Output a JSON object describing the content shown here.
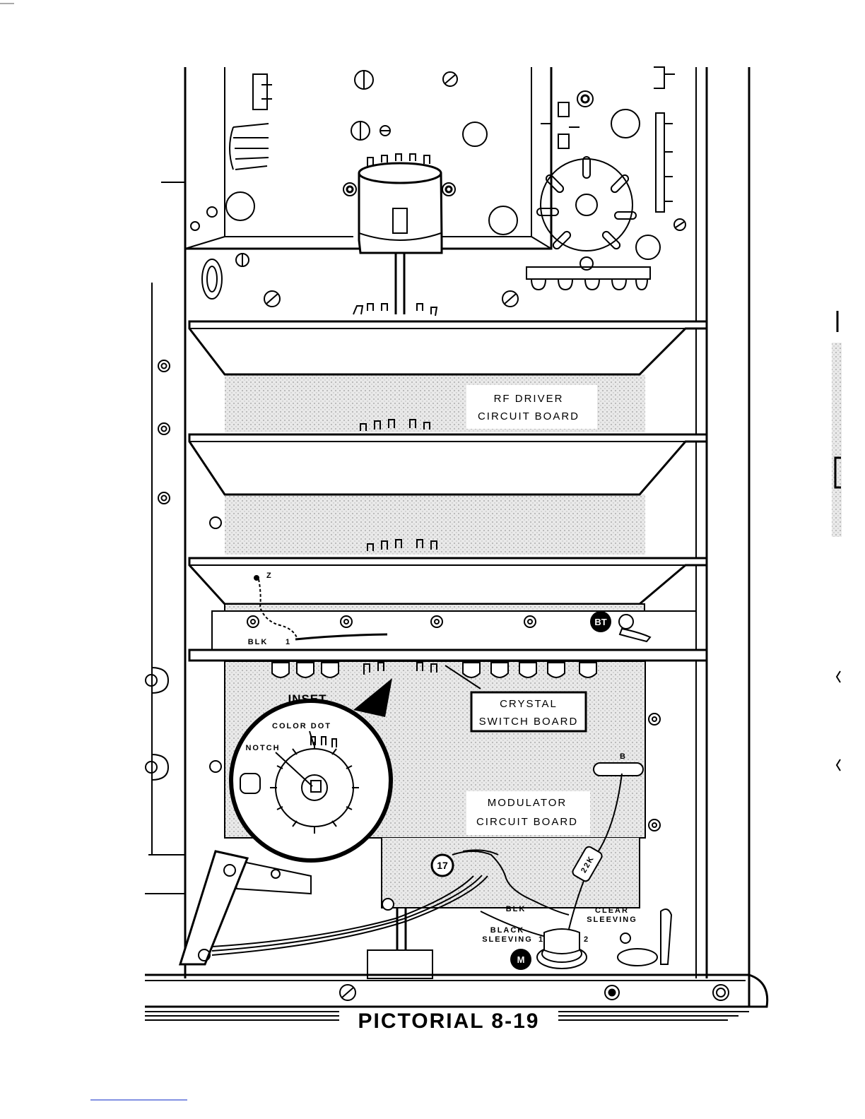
{
  "figure": {
    "title": "PICTORIAL 8-19"
  },
  "labels": {
    "rf_driver_line1": "RF DRIVER",
    "rf_driver_line2": "CIRCUIT BOARD",
    "crystal_line1": "CRYSTAL",
    "crystal_line2": "SWITCH BOARD",
    "modulator_line1": "MODULATOR",
    "modulator_line2": "CIRCUIT BOARD",
    "inset": "INSET",
    "color_dot": "COLOR DOT",
    "notch": "NOTCH",
    "wire_z": "Z",
    "blk_1": "BLK",
    "num_1_upper": "1",
    "badge_bt": "BT",
    "badge_17": "17",
    "badge_m": "M",
    "blk_2": "BLK",
    "black_sleeving_line1": "BLACK",
    "black_sleeving_line2": "SLEEVING",
    "num_1_lower": "1",
    "num_2": "2",
    "clear_sleeving_line1": "CLEAR",
    "clear_sleeving_line2": "SLEEVING",
    "lug_b": "B",
    "resistor": "22K"
  },
  "colors": {
    "ink": "#000000",
    "board_stipple": "#d6d6d6",
    "paper": "#ffffff"
  }
}
